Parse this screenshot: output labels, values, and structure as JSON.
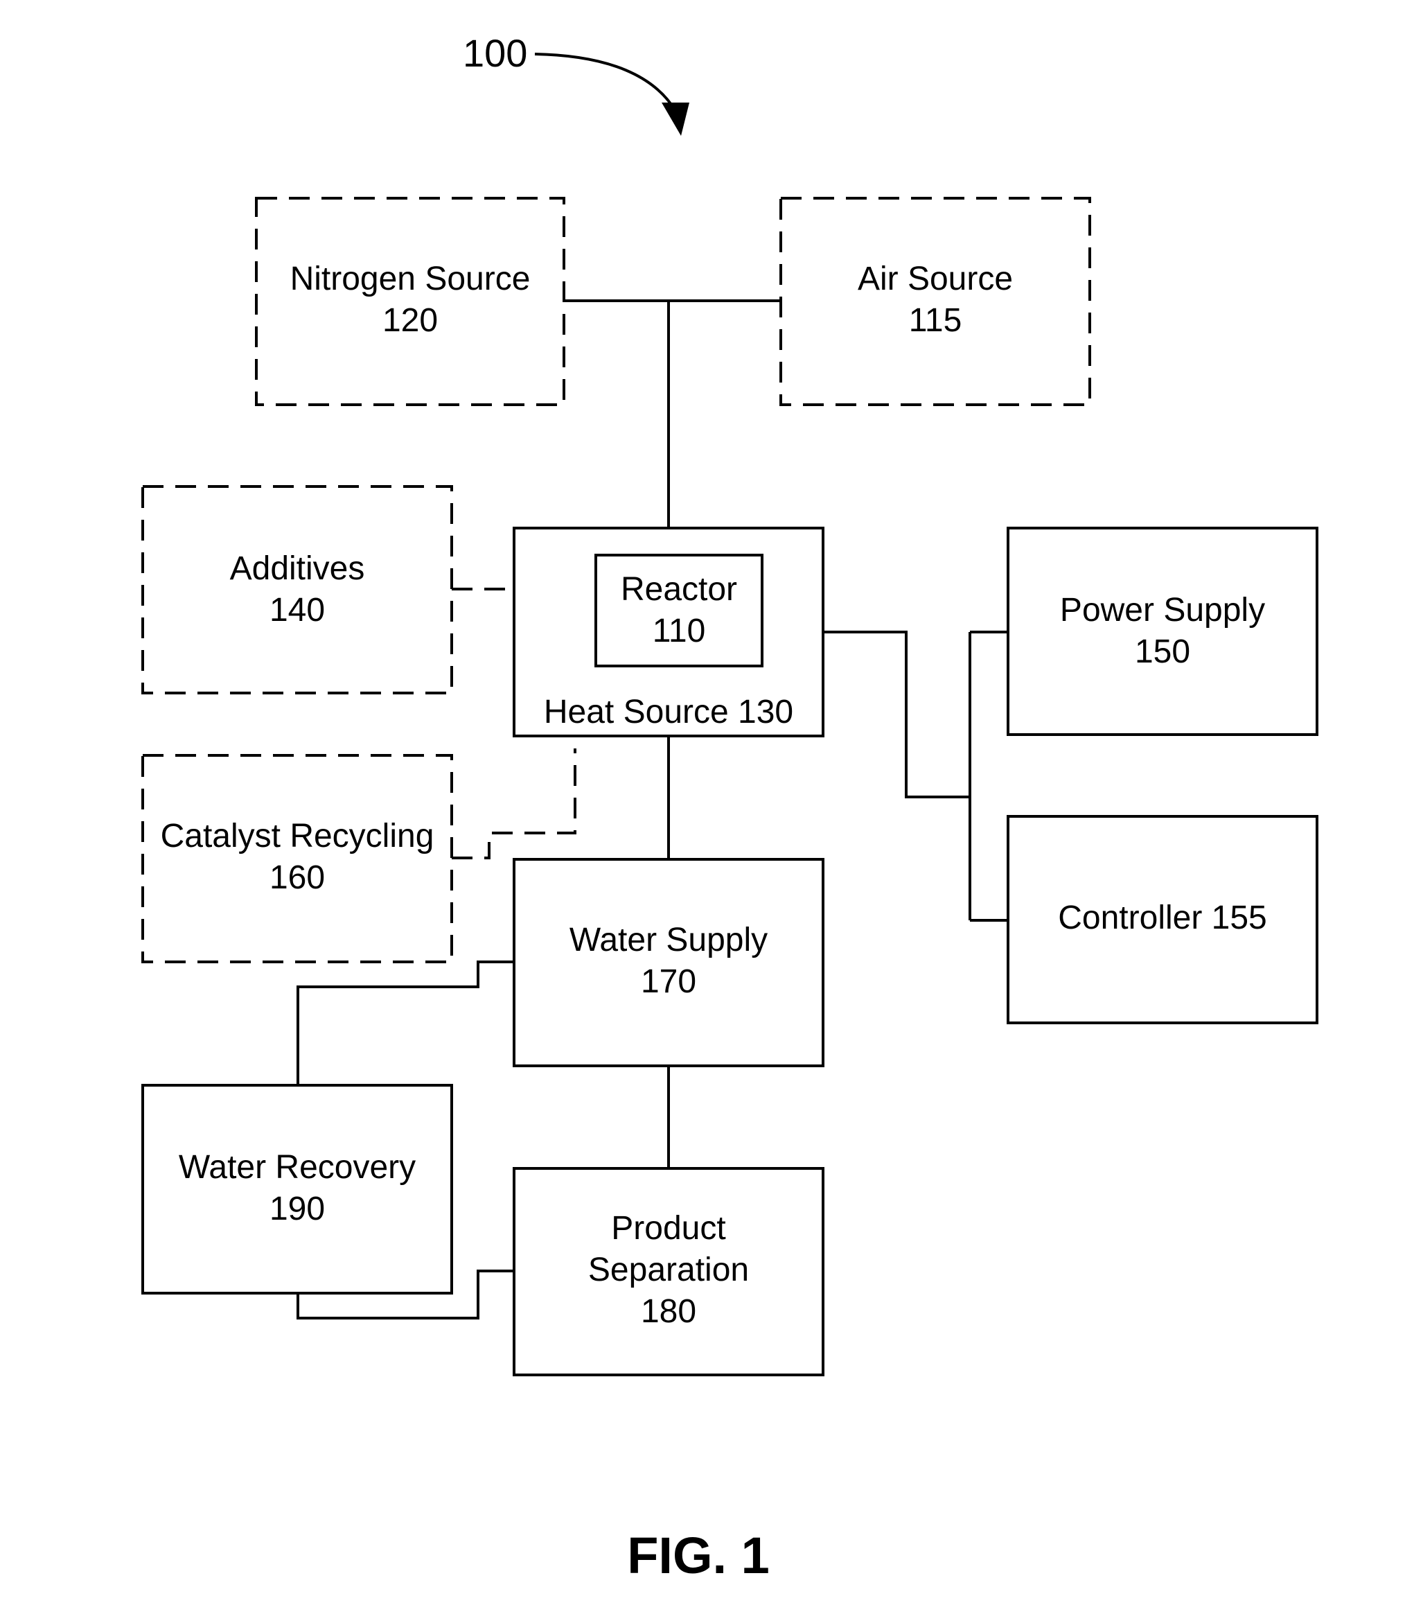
{
  "figure": {
    "reference_number": "100",
    "caption": "FIG. 1"
  },
  "blocks": {
    "nitrogen_source": {
      "name": "Nitrogen Source",
      "number": "120"
    },
    "air_source": {
      "name": "Air Source",
      "number": "115"
    },
    "additives": {
      "name": "Additives",
      "number": "140"
    },
    "reactor": {
      "name": "Reactor",
      "number": "110"
    },
    "heat_source": {
      "label": "Heat Source 130"
    },
    "power_supply": {
      "name": "Power Supply",
      "number": "150"
    },
    "controller": {
      "label": "Controller 155"
    },
    "catalyst_recycling": {
      "name": "Catalyst Recycling",
      "number": "160"
    },
    "water_supply": {
      "name": "Water Supply",
      "number": "170"
    },
    "water_recovery": {
      "name": "Water Recovery",
      "number": "190"
    },
    "product_separation": {
      "line1": "Product",
      "line2": "Separation",
      "number": "180"
    }
  }
}
